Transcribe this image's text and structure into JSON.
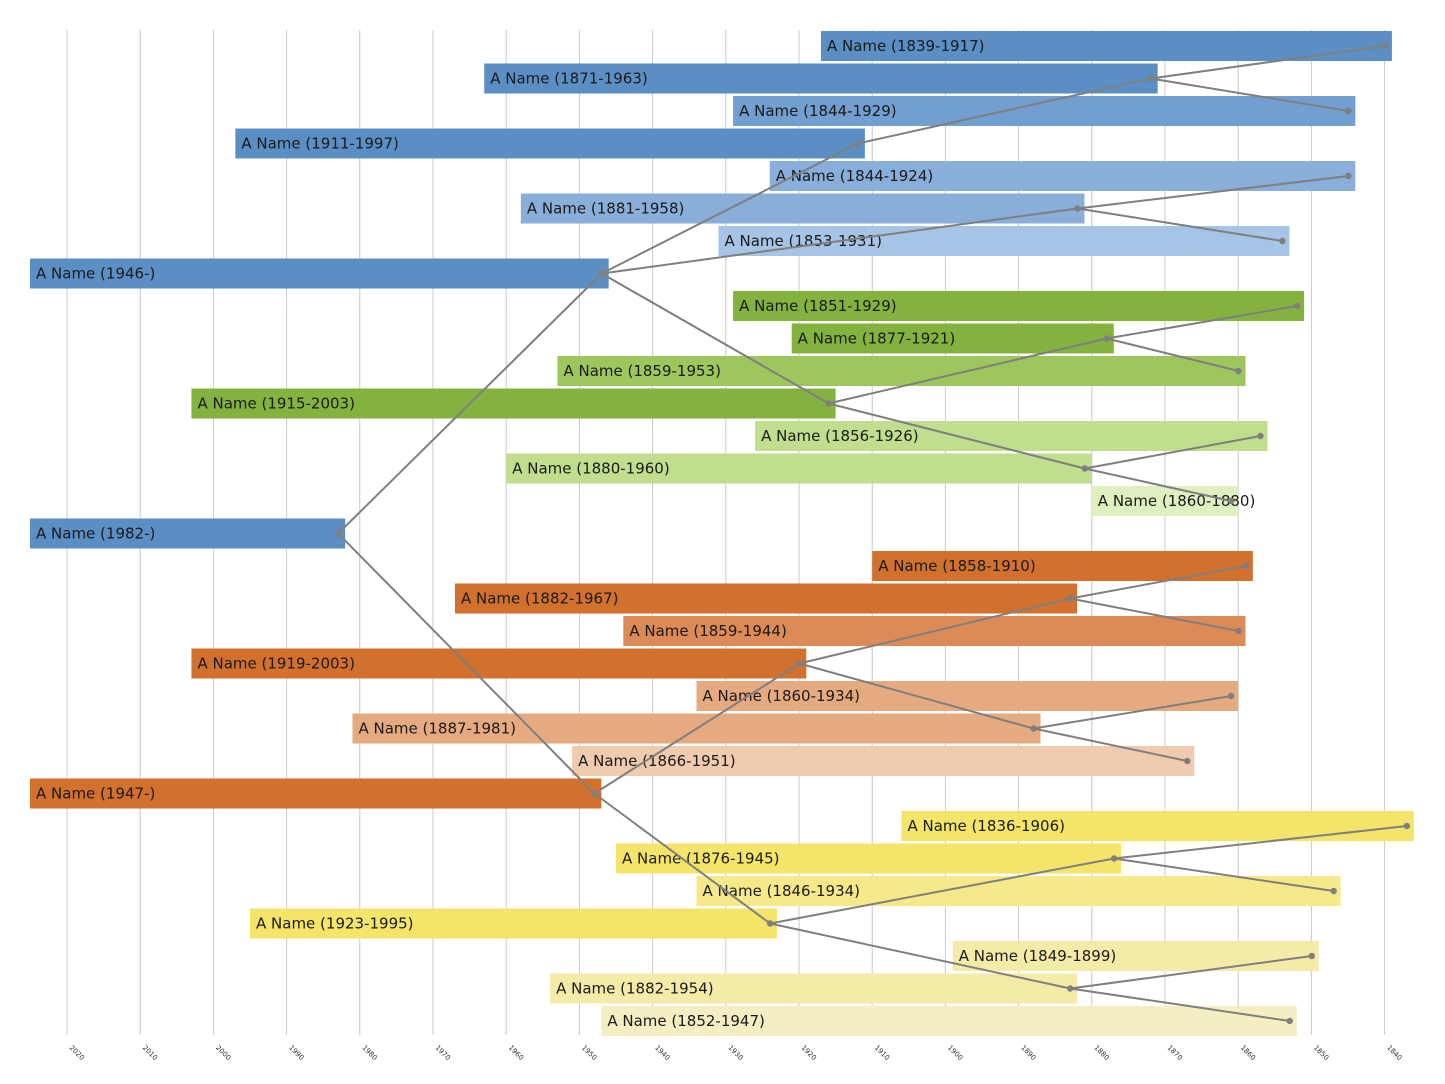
{
  "chart_data": {
    "type": "bar",
    "x_axis": {
      "direction": "reversed",
      "range": [
        2024,
        1837
      ],
      "ticks": [
        2020,
        2010,
        2000,
        1990,
        1980,
        1970,
        1960,
        1950,
        1940,
        1930,
        1920,
        1910,
        1900,
        1890,
        1880,
        1870,
        1860,
        1850,
        1840
      ],
      "tick_label_rotation": "45deg"
    },
    "grid": true,
    "legend": "none",
    "connector_color": "#7f7f7f",
    "people": [
      {
        "label": "A Name (1839-1917)",
        "start": 1839,
        "end": 1917,
        "color": "#5b8fc4"
      },
      {
        "label": "A Name (1871-1963)",
        "start": 1871,
        "end": 1963,
        "color": "#5b8fc4"
      },
      {
        "label": "A Name (1844-1929)",
        "start": 1844,
        "end": 1929,
        "color": "#729fcf"
      },
      {
        "label": "A Name (1911-1997)",
        "start": 1911,
        "end": 1997,
        "color": "#5b8fc4"
      },
      {
        "label": "A Name (1844-1924)",
        "start": 1844,
        "end": 1924,
        "color": "#88aed9"
      },
      {
        "label": "A Name (1881-1958)",
        "start": 1881,
        "end": 1958,
        "color": "#88aed9"
      },
      {
        "label": "A Name (1853-1931)",
        "start": 1853,
        "end": 1931,
        "color": "#a6c4e5"
      },
      {
        "label": "A Name (1946-)",
        "start": 1946,
        "end": null,
        "color": "#5b8fc4"
      },
      {
        "label": "A Name (1851-1929)",
        "start": 1851,
        "end": 1929,
        "color": "#84b23f"
      },
      {
        "label": "A Name (1877-1921)",
        "start": 1877,
        "end": 1921,
        "color": "#84b23f"
      },
      {
        "label": "A Name (1859-1953)",
        "start": 1859,
        "end": 1953,
        "color": "#9dc65d"
      },
      {
        "label": "A Name (1915-2003)",
        "start": 1915,
        "end": 2003,
        "color": "#84b23f"
      },
      {
        "label": "A Name (1856-1926)",
        "start": 1856,
        "end": 1926,
        "color": "#c0de8e"
      },
      {
        "label": "A Name (1880-1960)",
        "start": 1880,
        "end": 1960,
        "color": "#c0de8e"
      },
      {
        "label": "A Name (1860-1880)",
        "start": 1860,
        "end": 1880,
        "color": "#dfefc0"
      },
      {
        "label": "A Name (1982-)",
        "start": 1982,
        "end": null,
        "color": "#5b8fc4"
      },
      {
        "label": "A Name (1858-1910)",
        "start": 1858,
        "end": 1910,
        "color": "#d2702e"
      },
      {
        "label": "A Name (1882-1967)",
        "start": 1882,
        "end": 1967,
        "color": "#d2702e"
      },
      {
        "label": "A Name (1859-1944)",
        "start": 1859,
        "end": 1944,
        "color": "#dc8a56"
      },
      {
        "label": "A Name (1919-2003)",
        "start": 1919,
        "end": 2003,
        "color": "#d2702e"
      },
      {
        "label": "A Name (1860-1934)",
        "start": 1860,
        "end": 1934,
        "color": "#e6aa80"
      },
      {
        "label": "A Name (1887-1981)",
        "start": 1887,
        "end": 1981,
        "color": "#e6aa80"
      },
      {
        "label": "A Name (1866-1951)",
        "start": 1866,
        "end": 1951,
        "color": "#f0cbb0"
      },
      {
        "label": "A Name (1947-)",
        "start": 1947,
        "end": null,
        "color": "#d2702e"
      },
      {
        "label": "A Name (1836-1906)",
        "start": 1836,
        "end": 1906,
        "color": "#f4e56a"
      },
      {
        "label": "A Name (1876-1945)",
        "start": 1876,
        "end": 1945,
        "color": "#f4e56a"
      },
      {
        "label": "A Name (1846-1934)",
        "start": 1846,
        "end": 1934,
        "color": "#f5e98a"
      },
      {
        "label": "A Name (1923-1995)",
        "start": 1923,
        "end": 1995,
        "color": "#f4e56a"
      },
      {
        "label": "A Name (1849-1899)",
        "start": 1849,
        "end": 1899,
        "color": "#f5eba8"
      },
      {
        "label": "A Name (1882-1954)",
        "start": 1882,
        "end": 1954,
        "color": "#f5eba8"
      },
      {
        "label": "A Name (1852-1947)",
        "start": 1852,
        "end": 1947,
        "color": "#f5eec2"
      }
    ],
    "connections": [
      [
        7,
        3
      ],
      [
        3,
        1
      ],
      [
        1,
        0
      ],
      [
        1,
        2
      ],
      [
        7,
        5
      ],
      [
        5,
        4
      ],
      [
        5,
        6
      ],
      [
        15,
        7
      ],
      [
        15,
        23
      ],
      [
        11,
        9
      ],
      [
        9,
        8
      ],
      [
        9,
        10
      ],
      [
        11,
        13
      ],
      [
        13,
        12
      ],
      [
        13,
        14
      ],
      [
        19,
        17
      ],
      [
        17,
        16
      ],
      [
        17,
        18
      ],
      [
        19,
        21
      ],
      [
        21,
        20
      ],
      [
        21,
        22
      ],
      [
        23,
        19
      ],
      [
        23,
        27
      ],
      [
        27,
        25
      ],
      [
        25,
        24
      ],
      [
        25,
        26
      ],
      [
        27,
        29
      ],
      [
        29,
        28
      ],
      [
        29,
        30
      ],
      [
        7,
        11
      ]
    ]
  }
}
